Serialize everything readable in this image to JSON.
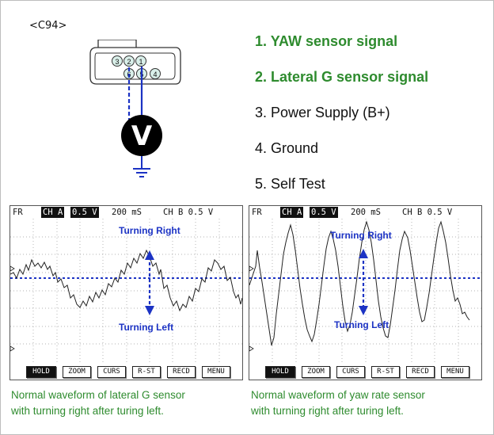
{
  "connector": {
    "label": "<C94>",
    "pins": [
      "3",
      "2",
      "1",
      "6",
      "5",
      "4"
    ],
    "meter_symbol": "V"
  },
  "legend": [
    {
      "text": "1. YAW sensor signal",
      "highlight": true
    },
    {
      "text": "2. Lateral G sensor signal",
      "highlight": true
    },
    {
      "text": "3. Power Supply (B+)",
      "highlight": false
    },
    {
      "text": "4. Ground",
      "highlight": false
    },
    {
      "text": "5. Self Test",
      "highlight": false
    }
  ],
  "scope_header": {
    "fr": "FR",
    "ch_a": "CH A",
    "ch_a_volts": "0.5 V",
    "time": "200 mS",
    "ch_b": "CH B 0.5 V"
  },
  "scope_buttons": [
    "HOLD",
    "ZOOM",
    "CURS",
    "R-ST",
    "RECD",
    "MENU"
  ],
  "scopes": [
    {
      "turn_right": "Turning Right",
      "turn_left": "Turning Left",
      "caption_line1": "Normal waveform of lateral G sensor",
      "caption_line2": "with turning right after turing left."
    },
    {
      "turn_right": "Turning Right",
      "turn_left": "Turning Left",
      "caption_line1": "Normal waveform of yaw rate sensor",
      "caption_line2": "with turning right after turing left."
    }
  ],
  "colors": {
    "highlight_green": "#2e8b2e",
    "annotation_blue": "#1c33c4",
    "connector_fill": "#d9efe9"
  }
}
